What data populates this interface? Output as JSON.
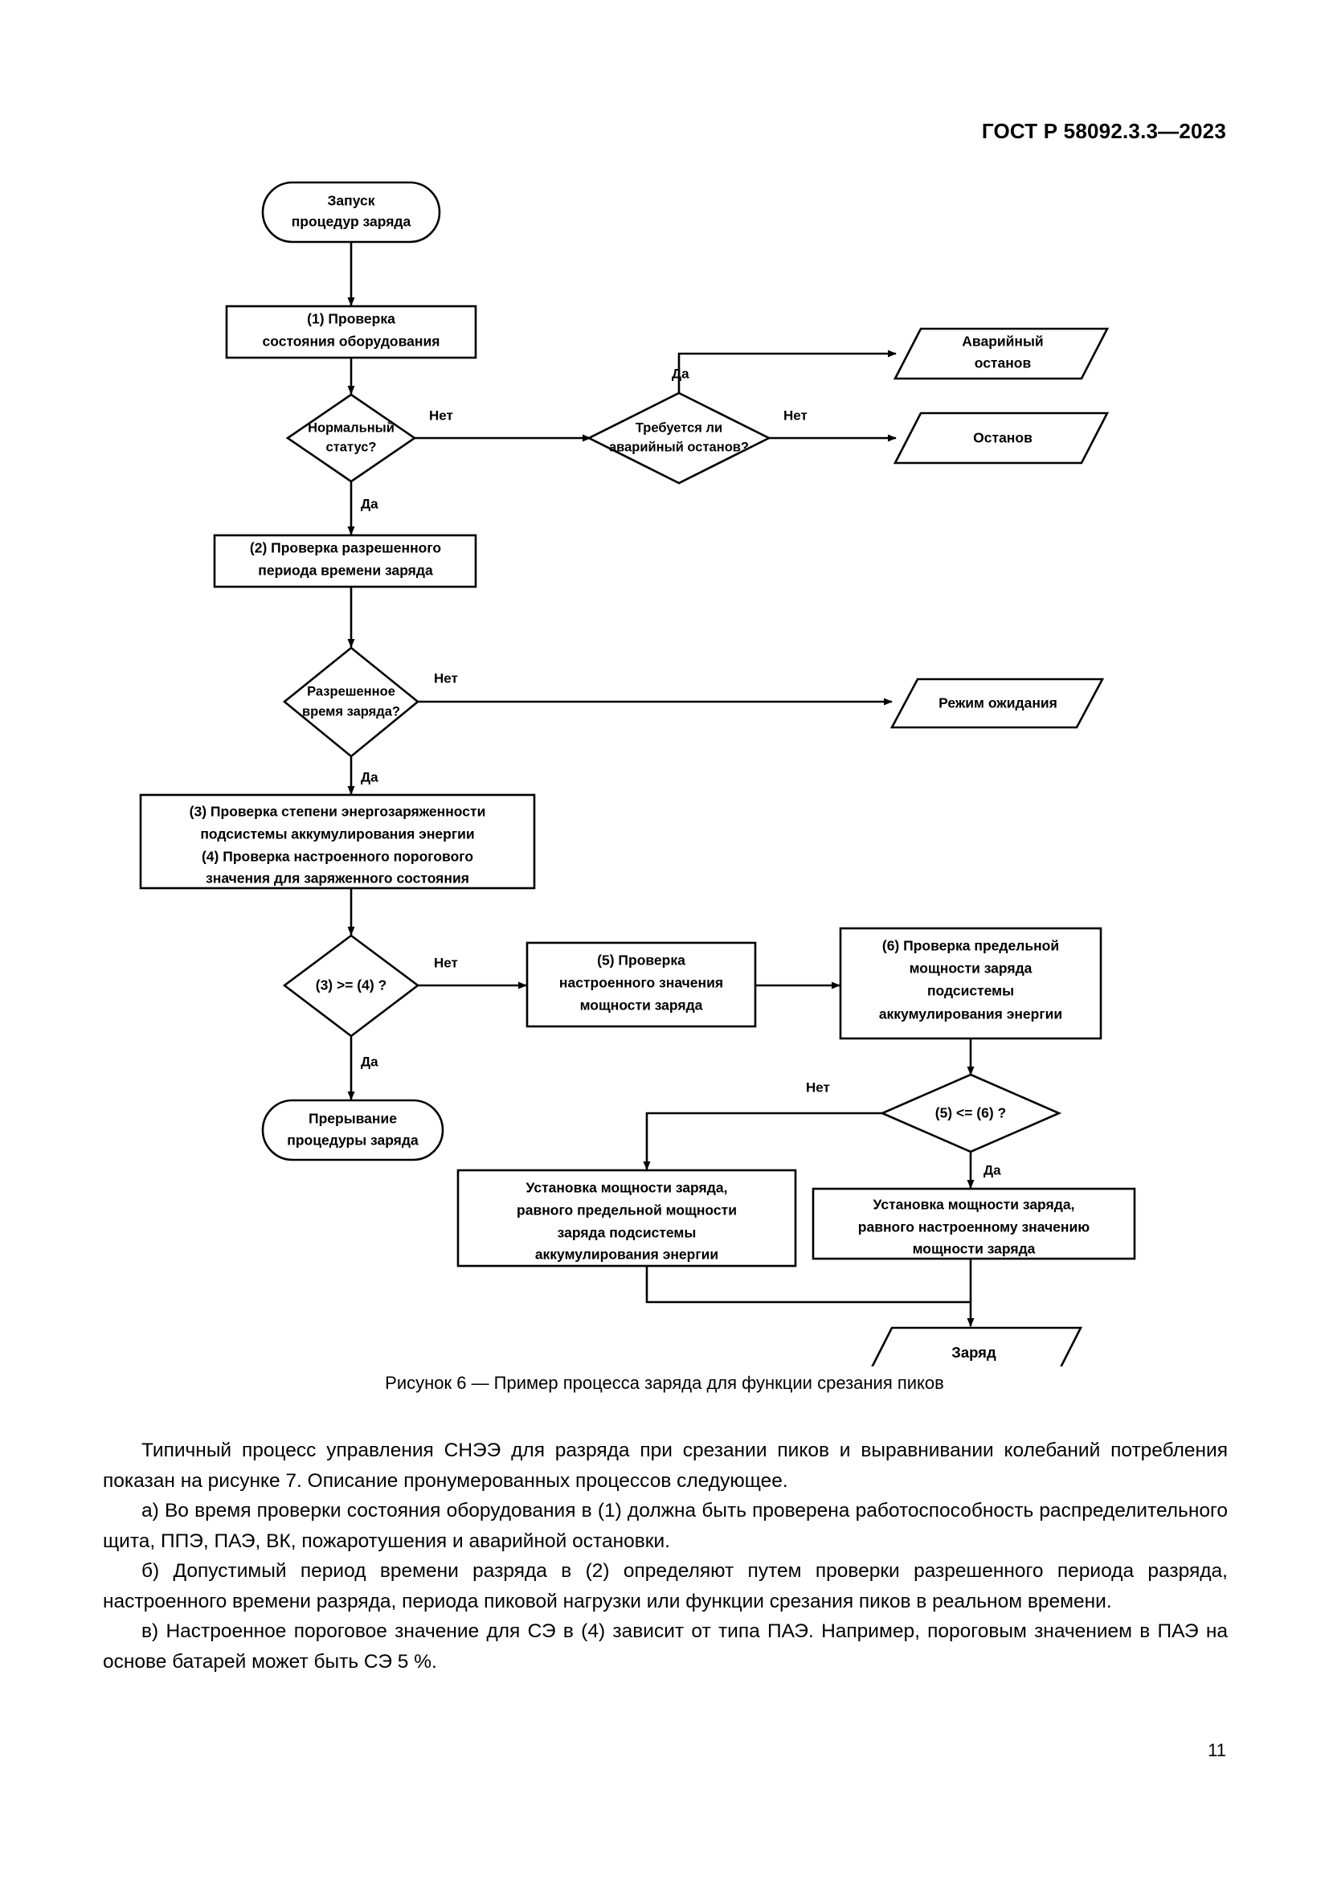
{
  "document": {
    "header": "ГОСТ Р 58092.3.3—2023",
    "page_number": "11"
  },
  "figure": {
    "caption": "Рисунок 6 — Пример процесса заряда для функции срезания пиков",
    "nodes": {
      "start": {
        "type": "terminator",
        "lines": [
          "Запуск",
          "процедур заряда"
        ]
      },
      "step1": {
        "type": "process",
        "lines": [
          "(1) Проверка",
          "состояния оборудования"
        ]
      },
      "decision_status": {
        "type": "decision",
        "lines": [
          "Нормальный",
          "статус?"
        ]
      },
      "decision_emergency": {
        "type": "decision",
        "lines": [
          "Требуется ли",
          "аварийный останов?"
        ]
      },
      "out_emergency_stop": {
        "type": "io",
        "lines": [
          "Аварийный",
          "останов"
        ]
      },
      "out_stop": {
        "type": "io",
        "lines": [
          "Останов"
        ]
      },
      "step2": {
        "type": "process",
        "lines": [
          "(2) Проверка разрешенного",
          "периода времени заряда"
        ]
      },
      "decision_time": {
        "type": "decision",
        "lines": [
          "Разрешенное",
          "время заряда?"
        ]
      },
      "out_standby": {
        "type": "io",
        "lines": [
          "Режим ожидания"
        ]
      },
      "step34": {
        "type": "process",
        "lines": [
          "(3) Проверка степени энергозаряженности",
          "подсистемы аккумулирования энергии",
          "(4) Проверка настроенного порогового",
          "значения для заряженного состояния"
        ]
      },
      "decision_34": {
        "type": "decision",
        "lines": [
          "(3) >= (4) ?"
        ]
      },
      "step5": {
        "type": "process",
        "lines": [
          "(5) Проверка",
          "настроенного значения",
          "мощности заряда"
        ]
      },
      "step6": {
        "type": "process",
        "lines": [
          "(6) Проверка предельной",
          "мощности заряда",
          "подсистемы",
          "аккумулирования энергии"
        ]
      },
      "end_interrupt": {
        "type": "terminator",
        "lines": [
          "Прерывание",
          "процедуры заряда"
        ]
      },
      "decision_56": {
        "type": "decision",
        "lines": [
          "(5) <= (6) ?"
        ]
      },
      "set_limit_power": {
        "type": "process",
        "lines": [
          "Установка мощности заряда,",
          "равного предельной мощности",
          "заряда подсистемы",
          "аккумулирования энергии"
        ]
      },
      "set_configured_power": {
        "type": "process",
        "lines": [
          "Установка мощности заряда,",
          "равного настроенному значению",
          "мощности заряда"
        ]
      },
      "out_charge": {
        "type": "io",
        "lines": [
          "Заряд"
        ]
      }
    },
    "edge_labels": {
      "status_no": "Нет",
      "status_yes": "Да",
      "emergency_yes": "Да",
      "emergency_no": "Нет",
      "time_no": "Нет",
      "time_yes": "Да",
      "d34_no": "Нет",
      "d34_yes": "Да",
      "d56_no": "Нет",
      "d56_yes": "Да"
    }
  },
  "body": {
    "paragraphs": [
      "Типичный процесс управления СНЭЭ для разряда при срезании пиков и выравнивании колебаний потребления показан на рисунке 7. Описание пронумерованных процессов следующее.",
      "а) Во время проверки состояния оборудования в (1) должна быть проверена работоспособность распределительного щита, ППЭ, ПАЭ, ВК, пожаротушения и аварийной остановки.",
      "б) Допустимый период времени разряда в (2) определяют путем проверки разрешенного периода разряда, настроенного времени разряда, периода пиковой нагрузки или функции срезания пиков в реальном времени.",
      "в) Настроенное пороговое значение для СЭ в (4) зависит от типа ПАЭ. Например, пороговым значением в ПАЭ на основе батарей может быть СЭ 5 %."
    ]
  }
}
